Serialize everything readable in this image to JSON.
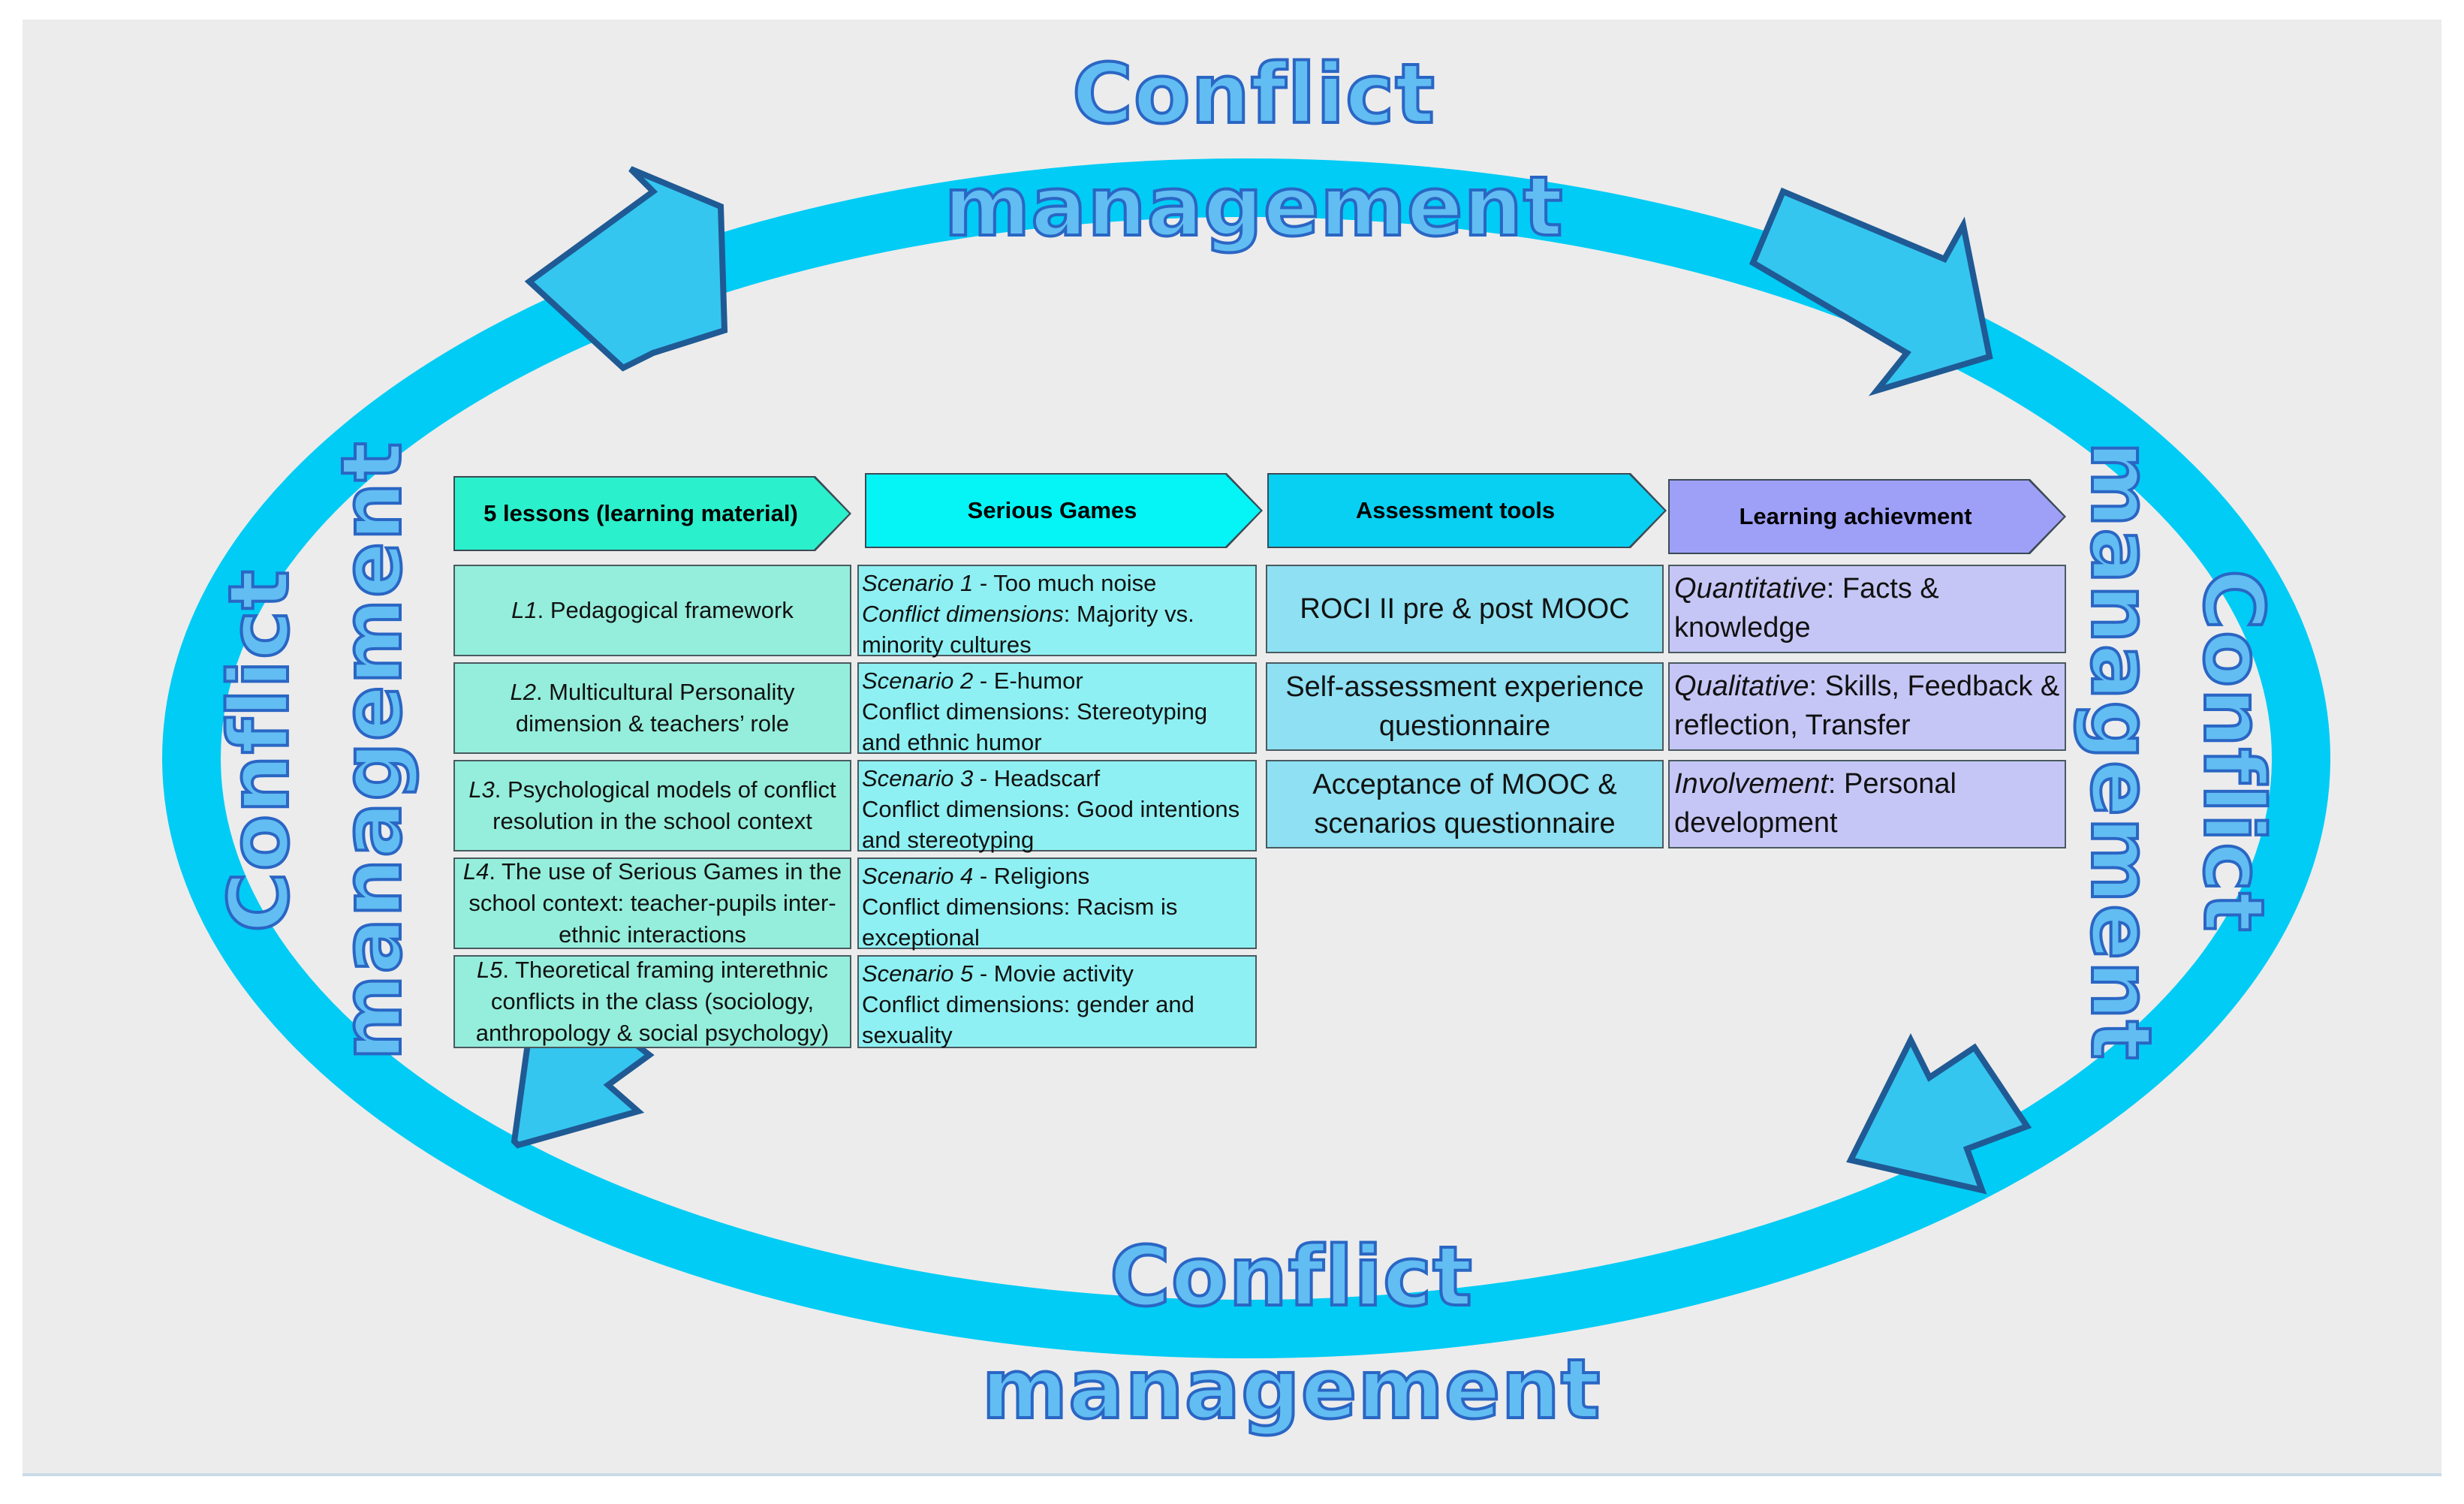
{
  "ring_label": {
    "line1": "Conflict",
    "line2": "management"
  },
  "colors": {
    "ring": "#00ccf5",
    "arrow_fill": "#35c6f0",
    "arrow_stroke": "#1f5a94",
    "label_fill": "#62bdf2",
    "label_stroke": "#2a66c4",
    "lessons_header": "#2bf0cc",
    "games_header": "#05f4f6",
    "tools_header": "#08d0f2",
    "achievement_header": "#9ea0f8"
  },
  "headers": {
    "lessons": "5 lessons (learning material)",
    "games": "Serious Games",
    "tools": "Assessment tools",
    "achievement": "Learning achievment"
  },
  "lessons": [
    {
      "id": "L1",
      "text": ". Pedagogical framework"
    },
    {
      "id": "L2",
      "text": ". Multicultural Personality dimension & teachers’ role"
    },
    {
      "id": "L3",
      "text": ". Psychological models of conflict resolution in the school context"
    },
    {
      "id": "L4",
      "text": ". The use of Serious Games in the school context: teacher-pupils inter-ethnic interactions"
    },
    {
      "id": "L5",
      "text": ". Theoretical framing interethnic conflicts in the class (sociology, anthropology & social psychology)"
    }
  ],
  "games": [
    {
      "scenario": "Scenario 1",
      "title": " - Too much noise",
      "dim_label": "Conflict dimensions",
      "dim_italic": true,
      "dims": ": Majority vs. minority cultures"
    },
    {
      "scenario": "Scenario 2",
      "title": " - E-humor",
      "dim_label": "Conflict dimensions",
      "dim_italic": false,
      "dims": ": Stereotyping and ethnic humor"
    },
    {
      "scenario": "Scenario 3",
      "title": " - Headscarf",
      "dim_label": "Conflict dimensions",
      "dim_italic": false,
      "dims": ": Good intentions and stereotyping"
    },
    {
      "scenario": "Scenario 4",
      "title": " - Religions",
      "dim_label": "Conflict dimensions",
      "dim_italic": false,
      "dims": ": Racism is exceptional"
    },
    {
      "scenario": "Scenario 5",
      "title": "  -  Movie activity",
      "dim_label": "Conflict dimensions",
      "dim_italic": false,
      "dims": ": gender and sexuality"
    }
  ],
  "tools": [
    "ROCI II pre & post MOOC",
    "Self-assessment experience questionnaire",
    "Acceptance of MOOC & scenarios questionnaire"
  ],
  "achievements": [
    {
      "label": "Quantitative",
      "text": ": Facts & knowledge"
    },
    {
      "label": "Qualitative",
      "text": ": Skills, Feedback & reflection, Transfer"
    },
    {
      "label": "Involvement",
      "text": ": Personal development"
    }
  ]
}
